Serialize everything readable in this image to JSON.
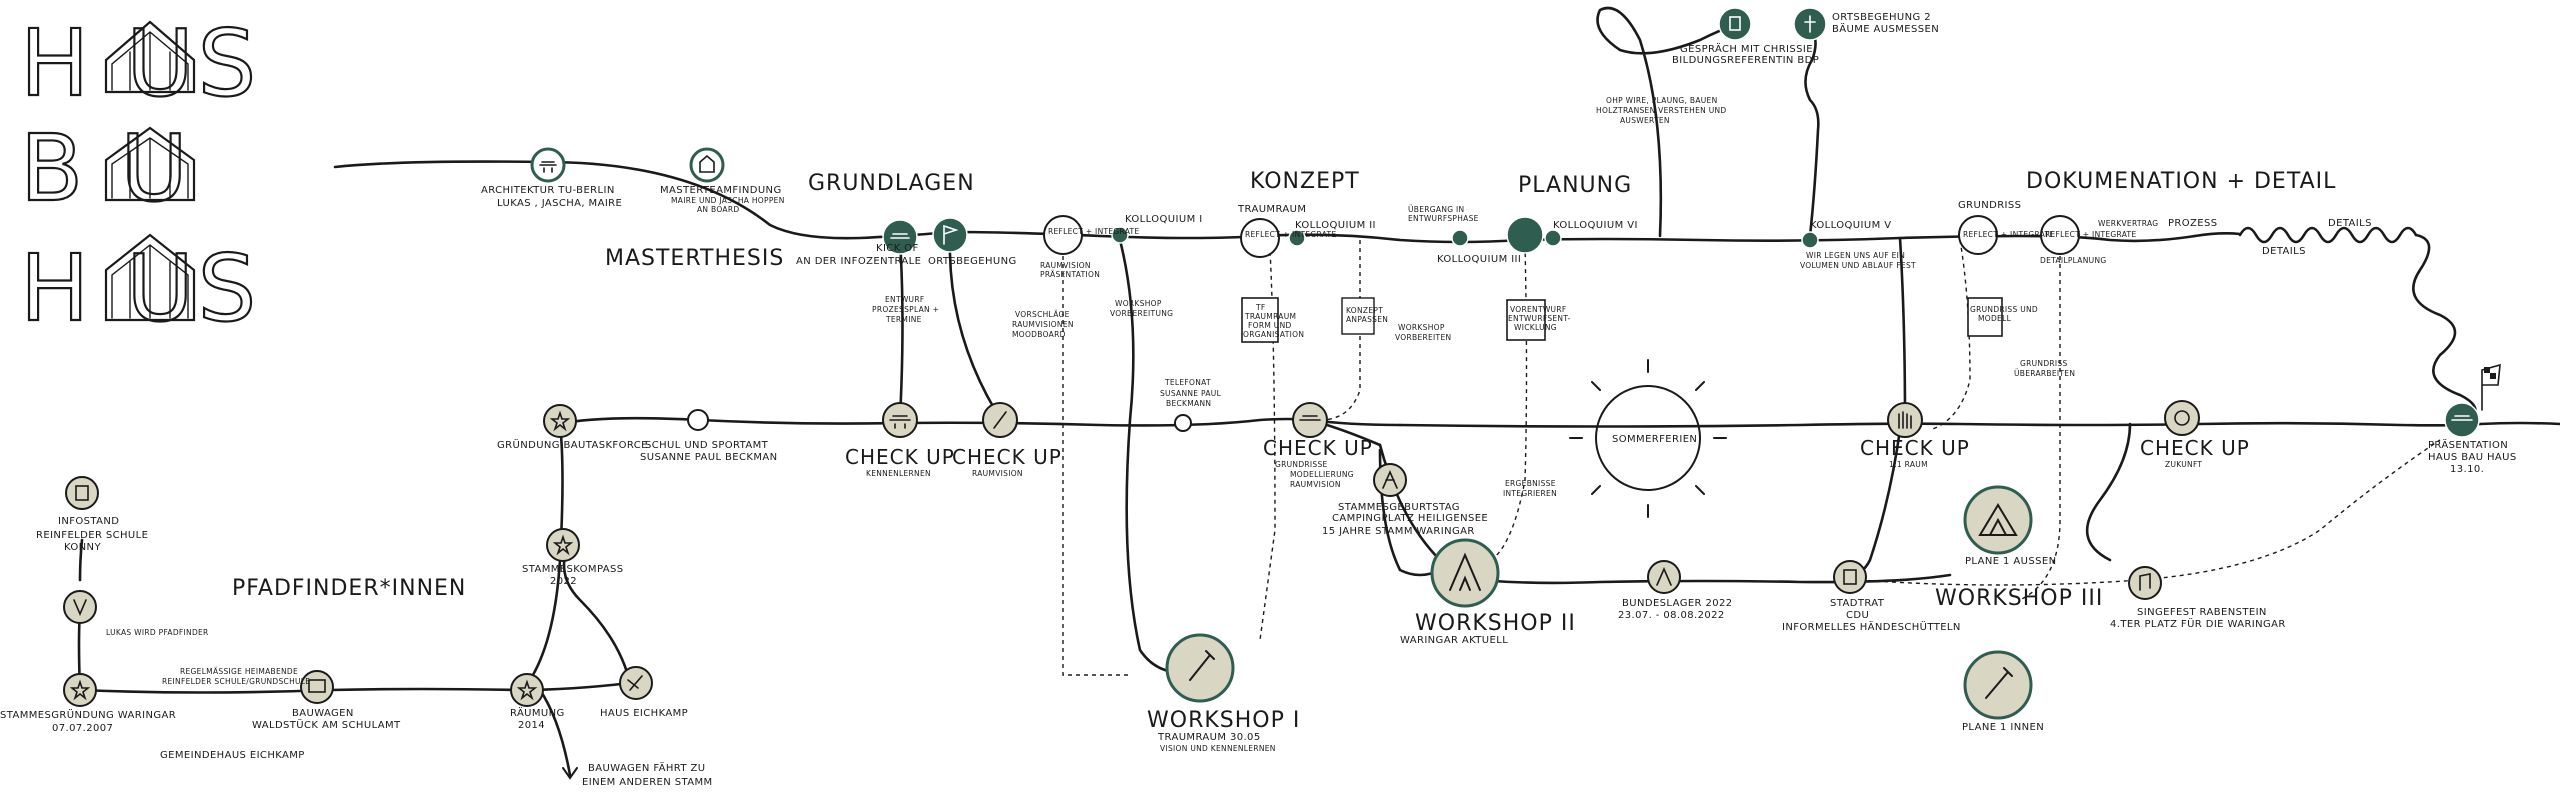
{
  "logo": {
    "line1": "H  US",
    "line2": "B  U",
    "line3": "H  US"
  },
  "sections": {
    "masterthesis": "MASTERTHESIS",
    "grundlagen": "GRUNDLAGEN",
    "konzept": "KONZEPT",
    "planung": "PLANUNG",
    "dokumentation": "DOKUMENATION + DETAIL",
    "pfadfinder": "PFADFINDER*INNEN"
  },
  "events": {
    "architektur": "ARCHITEKTUR TU-BERLIN",
    "architektur_names": "LUKAS , JASCHA, MAIRE",
    "masterteam": "MASTERTEAMFINDUNG",
    "masterteam_sub1": "MAIRE UND JASCHA HOPPEN",
    "masterteam_sub2": "AN BOARD",
    "kickof1": "KICK OF",
    "kickof2": "AN DER INFOZENTRALE",
    "ortsbegehung": "ORTSBEGEHUNG",
    "reflect1": "REFLECT + INTEGRATE",
    "raumvision1": "RAUMVISION",
    "raumvision2": "PRÄSENTATION",
    "kolloquium1": "KOLLOQUIUM I",
    "traumraum": "TRAUMRAUM",
    "kolloquium2": "KOLLOQUIUM II",
    "uebergang1": "ÜBERGANG IN",
    "uebergang2": "ENTWURFSPHASE",
    "kolloquium3": "KOLLOQUIUM III",
    "kolloquium6": "KOLLOQUIUM VI",
    "kolloquium5": "KOLLOQUIUM V",
    "gespraech1": "GESPRÄCH MIT CHRISSIE",
    "gespraech2": "BILDUNGSREFERENTIN BDP",
    "ortsbegehung2a": "ORTSBEGEHUNG 2",
    "ortsbegehung2b": "BÄUME AUSMESSEN",
    "loop1": "OHP WIRE, PLAUNG, BAUEN",
    "loop2": "HOLZTRANSEN VERSTEHEN UND",
    "loop3": "AUSWERTEN",
    "grundriss_top": "GRUNDRISS",
    "reflect2": "REFLECT + INTEGRATE",
    "reflect3": "REFLECT + INTEGRATE",
    "detailplanung": "DETAILPLANUNG",
    "wir_legen1": "WIR LEGEN UNS AUF EIN",
    "wir_legen2": "VOLUMEN UND ABLAUF FEST",
    "werkvertrag": "WERKVERTRAG",
    "prozess": "PROZESS",
    "details1": "DETAILS",
    "details2": "DETAILS",
    "entwurf1": "ENTWURF",
    "entwurf2": "PROZESSPLAN +",
    "entwurf3": "TERMINE",
    "vorschlaege1": "VORSCHLÄGE",
    "vorschlaege2": "RAUMVISIONEN",
    "vorschlaege3": "MOODBOARD",
    "workshop_vorb1a": "WORKSHOP",
    "workshop_vorb1b": "VORBEREITUNG",
    "workshop_vorb2a": "WORKSHOP",
    "workshop_vorb2b": "VORBEREITEN",
    "konzept_tf1": "TF",
    "konzept_tf2": "TRAUMRAUM",
    "konzept_tf3": "FORM UND",
    "konzept_tf4": "ORGANISATION",
    "konzept_an1": "KONZEPT",
    "konzept_an2": "ANPASSEN",
    "vorentwurf1": "VORENTWURF",
    "vorentwurf2": "ENTWURFSENT-",
    "vorentwurf3": "WICKLUNG",
    "ergebnisse1": "ERGEBNISSE",
    "ergebnisse2": "INTEGRIEREN",
    "grundriss_dok1": "GRUNDRISS UND",
    "grundriss_dok2": "MODELL",
    "grundriss_ueb1": "GRUNDRISS",
    "grundriss_ueb2": "ÜBERARBEITEN",
    "checkup1": "CHECK UP",
    "checkup1_sub": "KENNENLERNEN",
    "checkup2": "CHECK UP",
    "checkup2_sub": "RAUMVISION",
    "checkup3": "CHECK UP",
    "checkup3_sub1": "GRUNDRISSE",
    "checkup3_sub2": "MODELLIERUNG",
    "checkup3_sub3": "RAUMVISION",
    "checkup4": "CHECK UP",
    "checkup4_sub": "1:1 RAUM",
    "checkup5": "CHECK UP",
    "checkup5_sub": "ZUKUNFT",
    "gruendung_bau": "GRÜNDUNG BAUTASKFORCE",
    "schul1": "SCHUL UND SPORTAMT",
    "schul2": "SUSANNE PAUL BECKMAN",
    "telefonat1": "TELEFONAT",
    "telefonat2": "SUSANNE PAUL",
    "telefonat3": "BECKMANN",
    "stammesgeb1": "STAMMESGEBURTSTAG",
    "stammesgeb2": "CAMPINGPLATZ HEILIGENSEE",
    "stammesgeb3": "15 JAHRE STAMM WARINGAR",
    "sommerferien": "SOMMERFERIEN",
    "workshop1": "WORKSHOP I",
    "workshop1_sub1": "TRAUMRAUM 30.05",
    "workshop1_sub2": "VISION UND KENNENLERNEN",
    "workshop2": "WORKSHOP II",
    "workshop2_sub": "WARINGAR AKTUELL",
    "workshop3": "WORKSHOP III",
    "bundeslager1": "BUNDESLAGER 2022",
    "bundeslager2": "23.07. - 08.08.2022",
    "stadtrat1": "STADTRAT",
    "stadtrat2": "CDU",
    "stadtrat3": "INFORMELLES HÄNDESCHÜTTELN",
    "plane_aussen": "PLANE 1 AUßEN",
    "plane_innen": "PLANE 1 INNEN",
    "singefest1": "SINGEFEST RABENSTEIN",
    "singefest2": "4.TER PLATZ FÜR DIE WARINGAR",
    "praesentation1": "PRÄSENTATION",
    "praesentation2": "HAUS BAU HAUS",
    "praesentation3": "13.10.",
    "infostand1": "INFOSTAND",
    "infostand2": "REINFELDER SCHULE",
    "infostand3": "KONNY",
    "lukas_pf": "LUKAS WIRD PFADFINDER",
    "stammesgruendung1": "STAMMESGRÜNDUNG WARINGAR",
    "stammesgruendung2": "07.07.2007",
    "regelm1": "REGELMÄßIGE HEIMABENDE",
    "regelm2": "REINFELDER SCHULE/GRUNDSCHULE",
    "bauwagen1": "BAUWAGEN",
    "bauwagen2": "WALDSTÜCK AM SCHULAMT",
    "raeumung1": "RÄUMUNG",
    "raeumung2": "2014",
    "haus_eichkamp": "HAUS EICHKAMP",
    "stammeskompass1": "STAMMESKOMPASS",
    "stammeskompass2": "2022",
    "gemeindehaus": "GEMEINDEHAUS EICHKAMP",
    "bauwagen_faehrt1": "BAUWAGEN FÄHRT ZU",
    "bauwagen_faehrt2": "EINEM ANDEREN STAMM"
  },
  "colors": {
    "green": "#2f5d50",
    "beige": "#d9d6c3",
    "ink": "#1a1a1a"
  }
}
